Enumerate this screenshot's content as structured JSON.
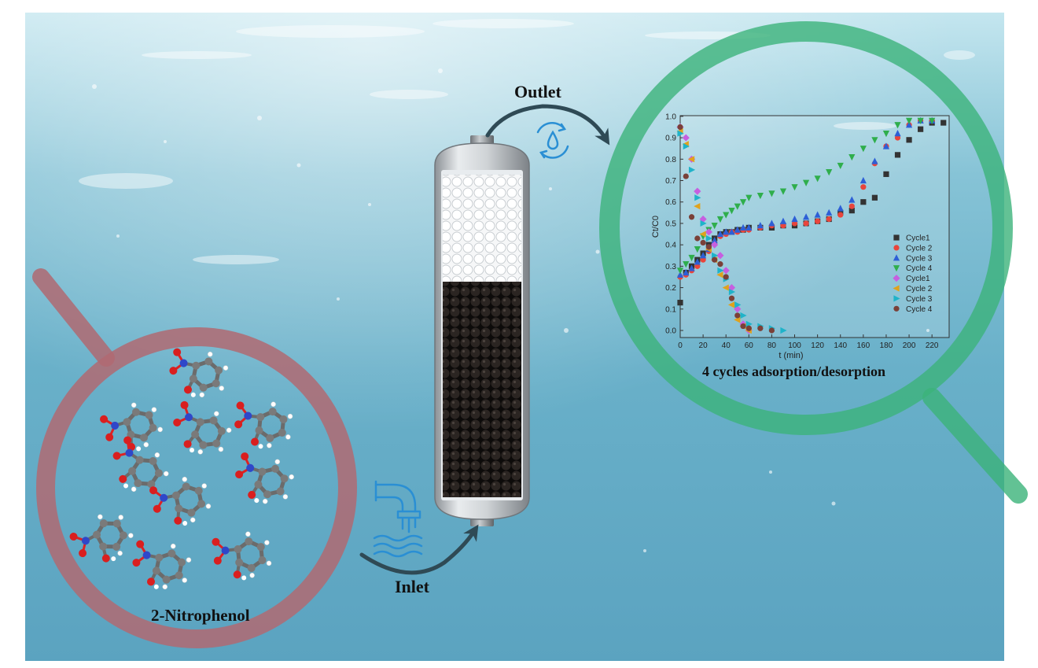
{
  "labels": {
    "outlet": "Outlet",
    "inlet": "Inlet",
    "molecule": "2-Nitrophenol",
    "chart_caption": "4 cycles adsorption/desorption"
  },
  "icons": [
    "water-recycle-icon",
    "faucet-water-icon"
  ],
  "colors": {
    "water_light": "#9fd3e2",
    "water_mid": "#5fa9c4",
    "magnifier_red": "#b06a72",
    "magnifier_green": "#3cb37a",
    "arrow": "#2f4a55",
    "icon_blue": "#2a8fd4",
    "adsorbent": "#1e1a18"
  },
  "chart_data": {
    "type": "scatter",
    "xlabel": "t (min)",
    "ylabel": "Ct/C0",
    "xlim": [
      0,
      235
    ],
    "ylim": [
      0,
      1.0
    ],
    "xticks": [
      0,
      20,
      40,
      60,
      80,
      100,
      120,
      140,
      160,
      180,
      200,
      220
    ],
    "yticks": [
      0.0,
      0.1,
      0.2,
      0.3,
      0.4,
      0.5,
      0.6,
      0.7,
      0.8,
      0.9,
      1.0
    ],
    "legend_position": "right",
    "series": [
      {
        "name": "Cycle1",
        "marker": "square",
        "color": "#333333",
        "x": [
          0,
          5,
          10,
          15,
          20,
          25,
          30,
          35,
          40,
          45,
          50,
          55,
          60,
          70,
          80,
          90,
          100,
          110,
          120,
          130,
          140,
          150,
          160,
          170,
          180,
          190,
          200,
          210,
          220,
          230
        ],
        "y": [
          0.13,
          0.27,
          0.3,
          0.33,
          0.36,
          0.4,
          0.43,
          0.45,
          0.46,
          0.46,
          0.47,
          0.47,
          0.48,
          0.48,
          0.48,
          0.49,
          0.49,
          0.5,
          0.51,
          0.52,
          0.55,
          0.56,
          0.6,
          0.62,
          0.73,
          0.82,
          0.89,
          0.94,
          0.97,
          0.97
        ]
      },
      {
        "name": "Cycle 2",
        "marker": "circle",
        "color": "#e8453c",
        "x": [
          0,
          5,
          10,
          15,
          20,
          25,
          30,
          35,
          40,
          45,
          50,
          55,
          60,
          70,
          80,
          90,
          100,
          110,
          120,
          130,
          140,
          150,
          160,
          170,
          180,
          190,
          200,
          210,
          220
        ],
        "y": [
          0.25,
          0.26,
          0.28,
          0.3,
          0.33,
          0.37,
          0.41,
          0.44,
          0.45,
          0.46,
          0.46,
          0.47,
          0.47,
          0.48,
          0.49,
          0.49,
          0.5,
          0.5,
          0.51,
          0.52,
          0.54,
          0.58,
          0.67,
          0.78,
          0.86,
          0.9,
          0.96,
          0.98,
          0.98
        ]
      },
      {
        "name": "Cycle 3",
        "marker": "triangle-up",
        "color": "#2d5fd6",
        "x": [
          0,
          5,
          10,
          15,
          20,
          25,
          30,
          35,
          40,
          45,
          50,
          55,
          60,
          70,
          80,
          90,
          100,
          110,
          120,
          130,
          140,
          150,
          160,
          170,
          180,
          190,
          200,
          210,
          220
        ],
        "y": [
          0.26,
          0.27,
          0.29,
          0.32,
          0.35,
          0.38,
          0.42,
          0.45,
          0.46,
          0.46,
          0.47,
          0.48,
          0.48,
          0.49,
          0.5,
          0.51,
          0.52,
          0.53,
          0.54,
          0.55,
          0.57,
          0.61,
          0.7,
          0.79,
          0.86,
          0.92,
          0.96,
          0.98,
          0.98
        ]
      },
      {
        "name": "Cycle 4",
        "marker": "triangle-down",
        "color": "#2fae4c",
        "x": [
          0,
          5,
          10,
          15,
          20,
          25,
          30,
          35,
          40,
          45,
          50,
          55,
          60,
          70,
          80,
          90,
          100,
          110,
          120,
          130,
          140,
          150,
          160,
          170,
          180,
          190,
          200,
          210,
          220
        ],
        "y": [
          0.28,
          0.31,
          0.34,
          0.38,
          0.44,
          0.47,
          0.49,
          0.52,
          0.54,
          0.56,
          0.58,
          0.6,
          0.62,
          0.63,
          0.64,
          0.65,
          0.67,
          0.69,
          0.71,
          0.74,
          0.77,
          0.81,
          0.85,
          0.89,
          0.92,
          0.96,
          0.98,
          0.98,
          0.98
        ]
      },
      {
        "name": "Cycle1",
        "marker": "diamond",
        "color": "#c65fe0",
        "x": [
          0,
          5,
          10,
          15,
          20,
          25,
          30,
          35,
          40,
          45,
          50,
          55,
          60
        ],
        "y": [
          0.95,
          0.9,
          0.8,
          0.65,
          0.52,
          0.46,
          0.4,
          0.35,
          0.28,
          0.2,
          0.1,
          0.03,
          0.0
        ]
      },
      {
        "name": "Cycle 2",
        "marker": "triangle-left",
        "color": "#e0a21c",
        "x": [
          0,
          5,
          10,
          15,
          20,
          25,
          30,
          35,
          40,
          45,
          50,
          55,
          60
        ],
        "y": [
          0.93,
          0.87,
          0.8,
          0.58,
          0.45,
          0.38,
          0.33,
          0.26,
          0.2,
          0.12,
          0.05,
          0.02,
          0.0
        ]
      },
      {
        "name": "Cycle 3",
        "marker": "triangle-right",
        "color": "#1fb3c9",
        "x": [
          0,
          5,
          10,
          15,
          20,
          25,
          30,
          35,
          40,
          45,
          50,
          55,
          60,
          70,
          80,
          90
        ],
        "y": [
          0.92,
          0.86,
          0.75,
          0.62,
          0.5,
          0.43,
          0.35,
          0.28,
          0.24,
          0.18,
          0.12,
          0.07,
          0.03,
          0.02,
          0.01,
          0.0
        ]
      },
      {
        "name": "Cycle 4",
        "marker": "circle",
        "color": "#7a4038",
        "x": [
          0,
          5,
          10,
          15,
          20,
          25,
          30,
          35,
          40,
          45,
          50,
          55,
          60,
          70,
          80
        ],
        "y": [
          0.95,
          0.72,
          0.53,
          0.43,
          0.41,
          0.39,
          0.33,
          0.31,
          0.25,
          0.15,
          0.07,
          0.02,
          0.01,
          0.01,
          0.0
        ]
      }
    ]
  }
}
